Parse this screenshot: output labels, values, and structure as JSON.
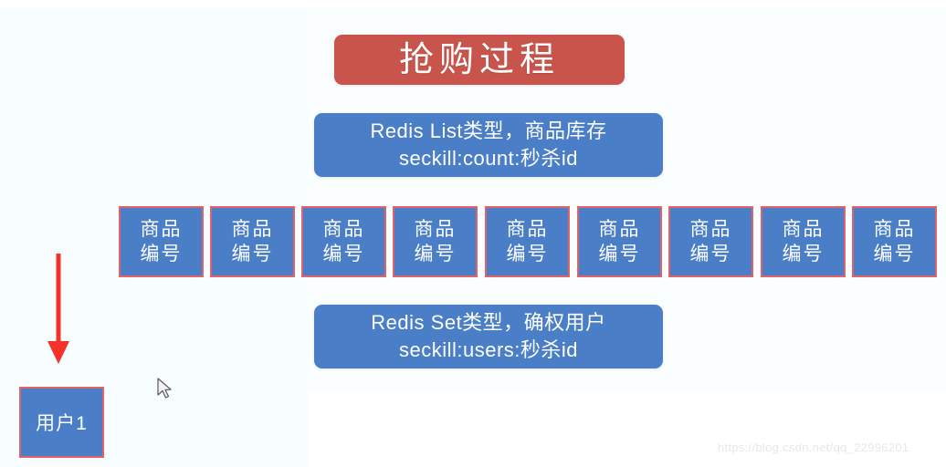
{
  "slide": {
    "title": "抢购过程",
    "background_color": "#fbfeff",
    "title_banner_color": "#c9544c",
    "accent_blue": "#4a7ec7",
    "accent_red_border": "#e0626b",
    "arrow_color": "#f4312a"
  },
  "callouts": [
    {
      "id": "stock",
      "line1": "Redis List类型，商品库存",
      "line2": "seckill:count:秒杀id"
    },
    {
      "id": "users",
      "line1": "Redis Set类型，确权用户",
      "line2": "seckill:users:秒杀id"
    }
  ],
  "items": {
    "label_line1": "商品",
    "label_line2": "编号",
    "count": 9,
    "boxes": [
      {
        "line1": "商品",
        "line2": "编号"
      },
      {
        "line1": "商品",
        "line2": "编号"
      },
      {
        "line1": "商品",
        "line2": "编号"
      },
      {
        "line1": "商品",
        "line2": "编号"
      },
      {
        "line1": "商品",
        "line2": "编号"
      },
      {
        "line1": "商品",
        "line2": "编号"
      },
      {
        "line1": "商品",
        "line2": "编号"
      },
      {
        "line1": "商品",
        "line2": "编号"
      },
      {
        "line1": "商品",
        "line2": "编号"
      }
    ]
  },
  "user": {
    "label": "用户1"
  },
  "watermark": {
    "text": "https://blog.csdn.net/qq_22996201"
  },
  "icons": {
    "arrow": "down-arrow-icon",
    "cursor": "mouse-pointer-icon"
  }
}
